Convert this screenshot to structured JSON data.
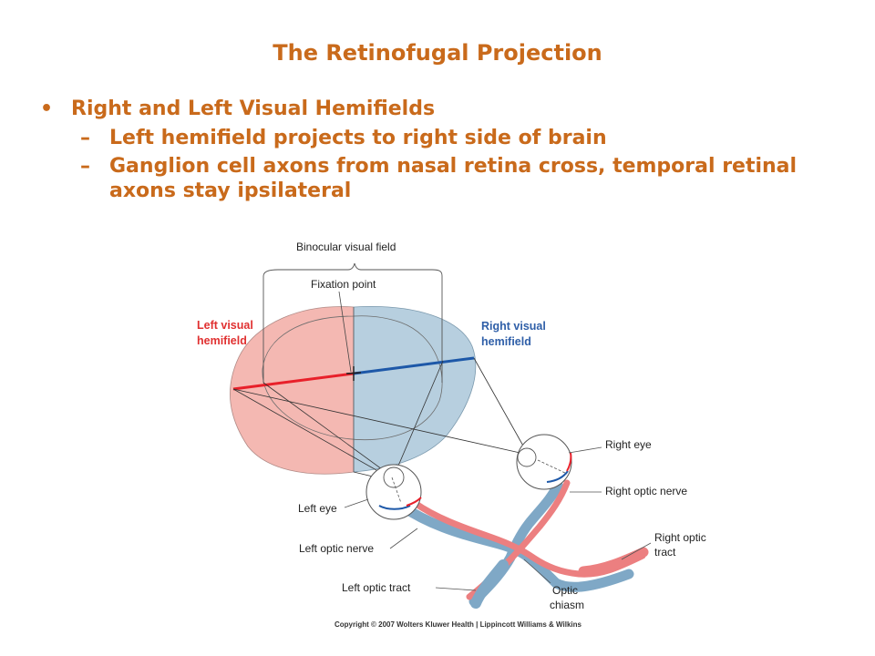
{
  "slide": {
    "title": "The Retinofugal Projection",
    "bullets": [
      {
        "text": "Right and Left Visual Hemifields",
        "sub": [
          "Left hemifield projects to right side of brain",
          "Ganglion cell axons from nasal retina cross, temporal retinal axons stay ipsilateral"
        ]
      }
    ]
  },
  "figure": {
    "labels": {
      "binocular": "Binocular visual field",
      "fixation": "Fixation point",
      "left_hemi_1": "Left visual",
      "left_hemi_2": "hemifield",
      "right_hemi_1": "Right visual",
      "right_hemi_2": "hemifield",
      "right_eye": "Right eye",
      "right_optic_nerve": "Right optic nerve",
      "left_eye": "Left eye",
      "left_optic_nerve": "Left optic nerve",
      "left_optic_tract": "Left optic tract",
      "right_optic_tract_1": "Right optic",
      "right_optic_tract_2": "tract",
      "optic_chiasm_1": "Optic",
      "optic_chiasm_2": "chiasm"
    },
    "copyright": "Copyright © 2007 Wolters Kluwer Health | Lippincott Williams & Wilkins",
    "colors": {
      "left_field": "#f4b8b2",
      "right_field": "#b7cfdf",
      "red_line": "#e8202a",
      "blue_line": "#1d58a8",
      "nerve_blue": "#7fa8c6",
      "nerve_red": "#ec7f80",
      "title_orange": "#c96a1b"
    }
  }
}
